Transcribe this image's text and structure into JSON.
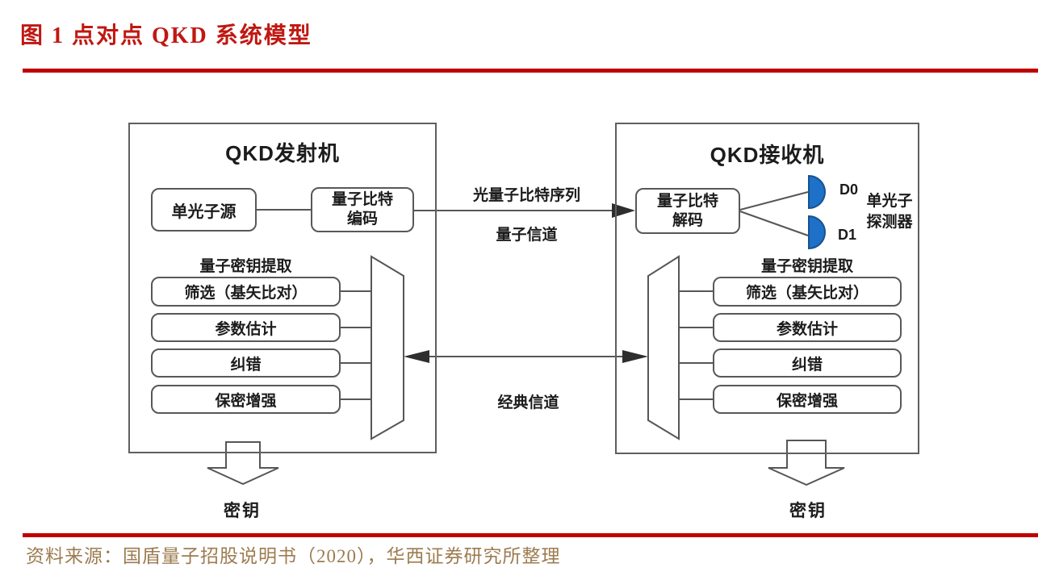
{
  "figure": {
    "title": "图 1  点对点 QKD 系统模型",
    "source": "资料来源：国盾量子招股说明书（2020），华西证券研究所整理"
  },
  "transmitter": {
    "title": "QKD发射机",
    "photon_source": "单光子源",
    "encoder": {
      "line1": "量子比特",
      "line2": "编码"
    },
    "extraction_title": "量子密钥提取",
    "steps": [
      "筛选（基矢比对）",
      "参数估计",
      "纠错",
      "保密增强"
    ],
    "key_label": "密钥"
  },
  "receiver": {
    "title": "QKD接收机",
    "decoder": {
      "line1": "量子比特",
      "line2": "解码"
    },
    "detectors": {
      "d0": "D0",
      "d1": "D1",
      "label_line1": "单光子",
      "label_line2": "探测器"
    },
    "extraction_title": "量子密钥提取",
    "steps": [
      "筛选（基矢比对）",
      "参数估计",
      "纠错",
      "保密增强"
    ],
    "key_label": "密钥"
  },
  "channels": {
    "quantum_label": "光量子比特序列",
    "quantum_channel": "量子信道",
    "classical_channel": "经典信道"
  },
  "colors": {
    "accent_red": "#c00000",
    "title_red": "#c01812",
    "source_brown": "#9c7c50",
    "detector_blue": "#1f70c8",
    "line_gray": "#565656"
  }
}
